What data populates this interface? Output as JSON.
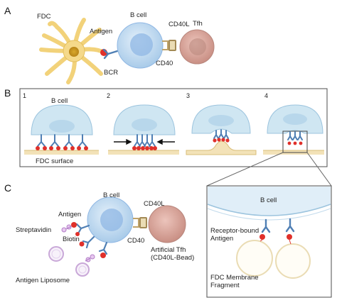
{
  "panels": {
    "a": {
      "letter": "A",
      "fdc": "FDC",
      "antigen": "Antigen",
      "b_cell": "B cell",
      "bcr": "BCR",
      "cd40l": "CD40L",
      "cd40": "CD40",
      "tfh": "Tfh"
    },
    "b": {
      "letter": "B",
      "steps": [
        "1",
        "2",
        "3",
        "4"
      ],
      "b_cell": "B cell",
      "fdc_surface": "FDC surface"
    },
    "c": {
      "letter": "C",
      "b_cell": "B cell",
      "cd40l": "CD40L",
      "cd40": "CD40",
      "antigen": "Antigen",
      "streptavidin": "Streptavidin",
      "biotin": "Biotin",
      "artificial_tfh_1": "Artificial Tfh",
      "artificial_tfh_2": "(CD40L-Bead)",
      "antigen_liposome": "Antigen Liposome",
      "inset_b_cell": "B cell",
      "receptor_bound_1": "Receptor-bound",
      "receptor_bound_2": "Antigen",
      "fdc_membrane_1": "FDC Membrane",
      "fdc_membrane_2": "Fragment"
    }
  },
  "colors": {
    "bcell_membrane": "#cfe3f3",
    "bcell_nucleus": "#8fb7e4",
    "tfh": "#d7a49b",
    "tfh_nucleus": "#b8867c",
    "fdc": "#f5d98a",
    "antigen": "#e0302a",
    "receptor": "#4f7fb4",
    "liposome": "#c9a8d8"
  }
}
